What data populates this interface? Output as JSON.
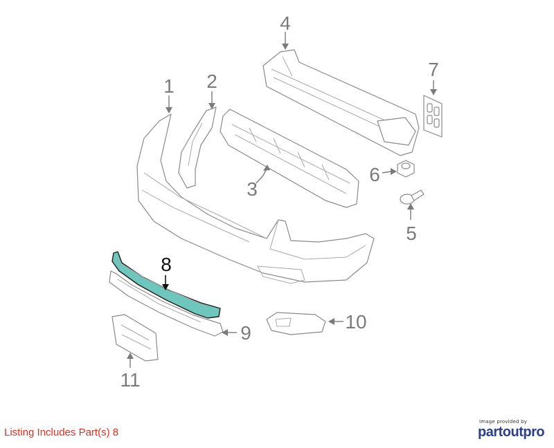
{
  "callouts": {
    "c1": "1",
    "c2": "2",
    "c3": "3",
    "c4": "4",
    "c5": "5",
    "c6": "6",
    "c7": "7",
    "c8": "8",
    "c9": "9",
    "c10": "10",
    "c11": "11"
  },
  "highlighted_part": "8",
  "colors": {
    "highlight_fill": "#6fc6bd",
    "caption_text": "#e0301e",
    "brand": "#2b3f8c"
  },
  "caption": "Listing Includes Part(s) 8",
  "credit": {
    "provided_by": "Image provided by",
    "brand": "partoutpro"
  }
}
